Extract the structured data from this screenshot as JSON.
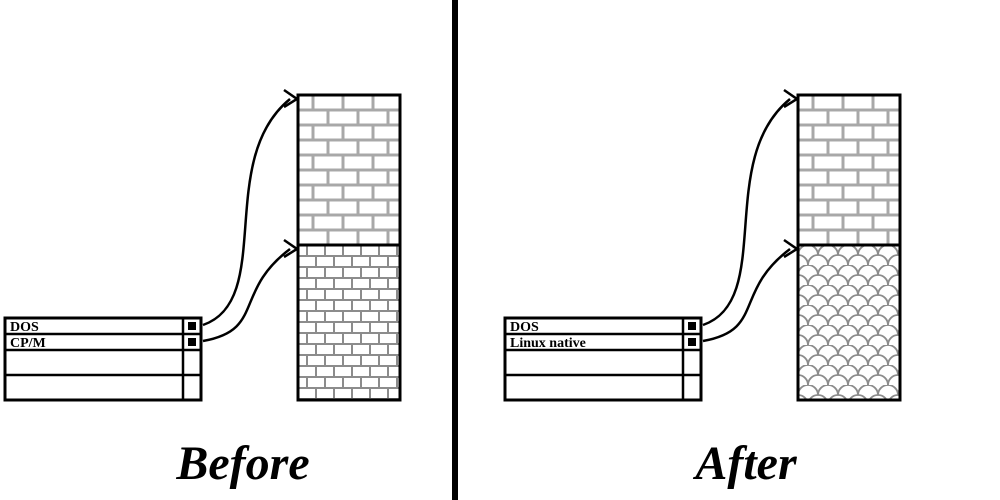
{
  "figure": {
    "left": {
      "caption": "Before",
      "partition_table": {
        "row1": "DOS",
        "row2": "CP/M",
        "row3": "",
        "row4": ""
      },
      "disk": {
        "top_region": "brick",
        "bottom_region": "dense-brick"
      }
    },
    "right": {
      "caption": "After",
      "partition_table": {
        "row1": "DOS",
        "row2": "Linux native",
        "row3": "",
        "row4": ""
      },
      "disk": {
        "top_region": "brick",
        "bottom_region": "fish-scale"
      }
    },
    "colors": {
      "line": "#000000",
      "pattern_gray": "#999999",
      "background": "#ffffff"
    }
  }
}
